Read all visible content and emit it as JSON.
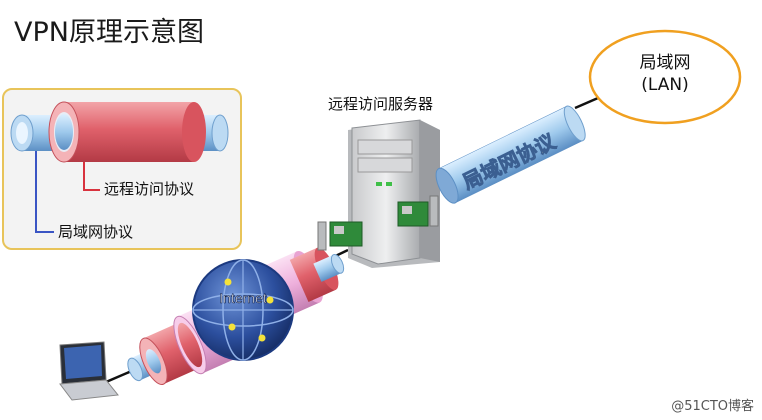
{
  "title": "VPN原理示意图",
  "legend": {
    "outer_label": "远程访问协议",
    "inner_label": "局域网协议"
  },
  "server_label": "远程访问服务器",
  "lan": {
    "line1": "局域网",
    "line2": "(LAN)"
  },
  "pipe_label": "局域网协议",
  "internet_label": "Internet",
  "watermark": "@51CTO博客",
  "colors": {
    "tunnel_outer": "#e26b73",
    "tunnel_middle": "#f0b4dd",
    "lan_pipe": "#9ec9ec",
    "legend_border": "#e8c45a",
    "lan_ellipse_border": "#f0a020",
    "globe": "#2c4f9e"
  }
}
